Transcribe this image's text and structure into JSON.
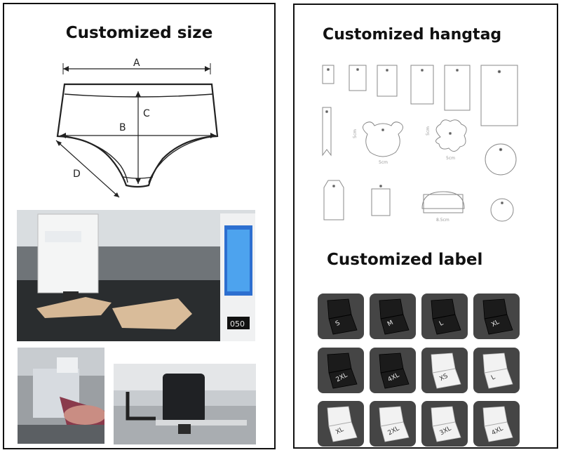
{
  "left": {
    "heading": "Customized size",
    "diagram_labels": {
      "a": "A",
      "b": "B",
      "c": "C",
      "d": "D"
    }
  },
  "right": {
    "hangtag_heading": "Customized hangtag",
    "label_heading": "Customized label",
    "tag_dimensions": [
      "5cm",
      "5cm",
      "5cm",
      "5cm",
      "8.5cm"
    ],
    "size_labels": [
      {
        "text": "S",
        "style": "dark"
      },
      {
        "text": "M",
        "style": "dark"
      },
      {
        "text": "L",
        "style": "dark"
      },
      {
        "text": "XL",
        "style": "dark"
      },
      {
        "text": "2XL",
        "style": "dark"
      },
      {
        "text": "4XL",
        "style": "dark"
      },
      {
        "text": "XS",
        "style": "light"
      },
      {
        "text": "L",
        "style": "light"
      },
      {
        "text": "XL",
        "style": "light"
      },
      {
        "text": "2XL",
        "style": "light"
      },
      {
        "text": "3XL",
        "style": "light"
      },
      {
        "text": "4XL",
        "style": "light"
      }
    ]
  },
  "colors": {
    "panel_border": "#111111",
    "dark_label": "#1b1b1b",
    "light_label": "#f2f2f2",
    "tile_bg": "#454545"
  },
  "photos": {
    "machine_screen_readout": "050"
  }
}
